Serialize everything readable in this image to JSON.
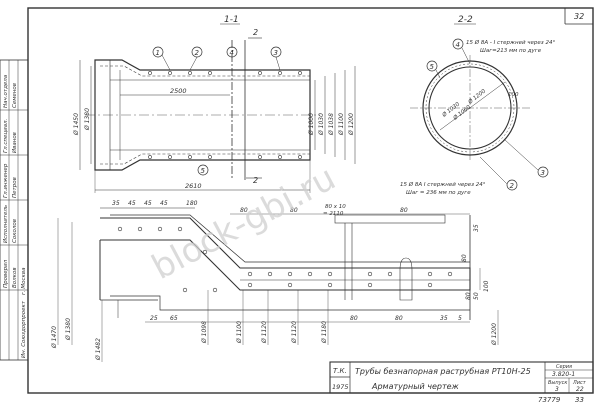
{
  "sheet": {
    "page_number": "32",
    "inventory_number": "73779",
    "bottom_page": "33",
    "watermark": "block-gbi.ru"
  },
  "section_1": {
    "label": "1-1",
    "marker_top": "2",
    "marker_bottom": "2",
    "callouts": [
      "1",
      "2",
      "4",
      "3",
      "5"
    ],
    "dims": {
      "length_inner": "2500",
      "length_total": "2610",
      "d_bell_outer": "Ø 1450",
      "d_bell_inner": "Ø 1380",
      "d_right_1": "Ø 1000",
      "d_right_2": "Ø 1030",
      "d_right_3": "Ø 1038",
      "d_right_4": "Ø 1100",
      "d_right_5": "Ø 1200"
    }
  },
  "section_2": {
    "label": "2-2",
    "callouts": [
      "4",
      "5",
      "3",
      "2"
    ],
    "note_top_1": "15 Ø 8А - I стержней через 24°",
    "note_top_2": "Шаг=213 мм по дуге",
    "note_bottom_1": "15 Ø 8А I стержней через 24°",
    "note_bottom_2": "Шаг = 236 мм по дуге",
    "dims": [
      "Ø 1030",
      "Ø 1200",
      "Ø 1060",
      "100"
    ]
  },
  "detail": {
    "top_dims": [
      "35",
      "45",
      "45",
      "45",
      "180"
    ],
    "mid_dims": [
      "80",
      "80",
      "80 х 10",
      "= 2110",
      "80"
    ],
    "right_dims": [
      "35",
      "80",
      "100",
      "80",
      "50"
    ],
    "bottom_dims": [
      "25",
      "65",
      "80",
      "80",
      "35",
      "5"
    ],
    "diameters": [
      "Ø 1470",
      "Ø 1380",
      "Ø 1482",
      "Ø 1098",
      "Ø 1100",
      "Ø 1120",
      "Ø 1120",
      "Ø 1180",
      "Ø 1200"
    ]
  },
  "left_stamp": {
    "rows": [
      "Нач.отдела",
      "Гл.специал.",
      "Гл.инженер",
      "Исполнитель",
      "Проверил"
    ],
    "names": [
      "Семенов",
      "Иванов",
      "Петров",
      "Соколов",
      "Волков"
    ],
    "org_1": "Ин. Союздорпроект",
    "org_2": "г. Москва"
  },
  "title_block": {
    "code_label": "Т.К.",
    "year": "1975",
    "title": "Трубы безнапорная раструбная РТ10Н-25",
    "subtitle": "Арматурный чертеж",
    "series_label": "Серия",
    "series_value": "3.820-1",
    "issue_label": "Выпуск",
    "issue_value": "3",
    "sheet_label": "Лист",
    "sheet_value": "22"
  }
}
